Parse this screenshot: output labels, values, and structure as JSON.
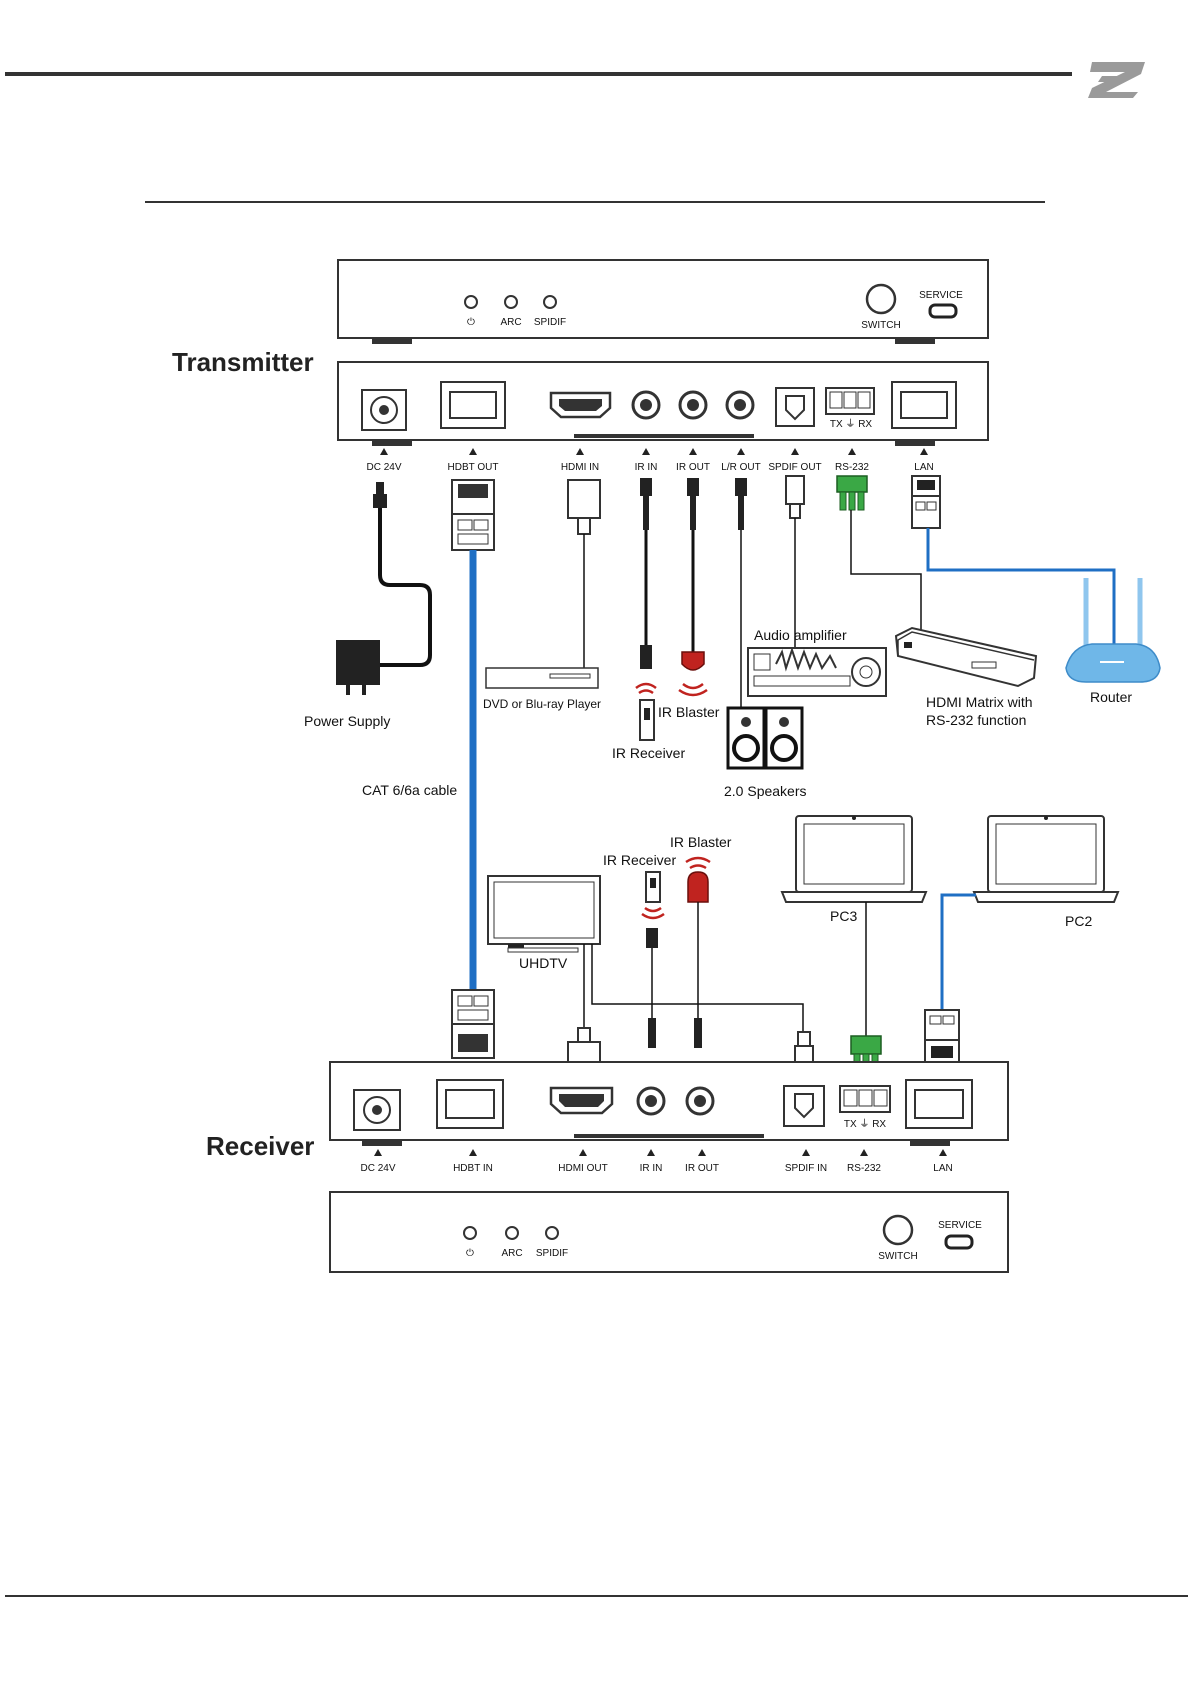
{
  "header": {
    "logo_icon": "bzbgear-logo-icon"
  },
  "colors": {
    "cat_cable": "#1f6fc4",
    "lan_cable": "#1f6fc4",
    "terminal_green": "#3aa845",
    "ir_red": "#c0231f",
    "router": "#6fb7e8"
  },
  "titles": {
    "transmitter": "Transmitter",
    "receiver": "Receiver"
  },
  "tx_front": {
    "power_symbol": "⏻",
    "arc": "ARC",
    "spdif": "SPIDIF",
    "switch": "SWITCH",
    "service": "SERVICE"
  },
  "tx_rear": {
    "terminal_label": "TX ⏚ RX",
    "ports": {
      "dc": "DC 24V",
      "hdbt": "HDBT OUT",
      "hdmi": "HDMI IN",
      "ir_in": "IR IN",
      "ir_out": "IR OUT",
      "lr_out": "L/R OUT",
      "spdif": "SPDIF OUT",
      "rs232": "RS-232",
      "lan": "LAN"
    }
  },
  "devices": {
    "power_supply": "Power Supply",
    "dvd": "DVD or Blu-ray Player",
    "ir_blaster_tx": "IR Blaster",
    "ir_receiver_tx": "IR Receiver",
    "audio_amp": "Audio amplifier",
    "speakers": "2.0 Speakers",
    "matrix_line1": "HDMI Matrix with",
    "matrix_line2": "RS-232 function",
    "router": "Router",
    "cable": "CAT 6/6a cable",
    "ir_blaster_rx": "IR Blaster",
    "ir_receiver_rx": "IR Receiver",
    "uhdtv": "UHDTV",
    "pc3": "PC3",
    "pc2": "PC2"
  },
  "rx_rear": {
    "terminal_label": "TX ⏚ RX",
    "ports": {
      "dc": "DC 24V",
      "hdbt": "HDBT IN",
      "hdmi": "HDMI OUT",
      "ir_in": "IR IN",
      "ir_out": "IR OUT",
      "spdif": "SPDIF IN",
      "rs232": "RS-232",
      "lan": "LAN"
    }
  },
  "rx_front": {
    "power_symbol": "⏻",
    "arc": "ARC",
    "spdif": "SPIDIF",
    "switch": "SWITCH",
    "service": "SERVICE"
  }
}
